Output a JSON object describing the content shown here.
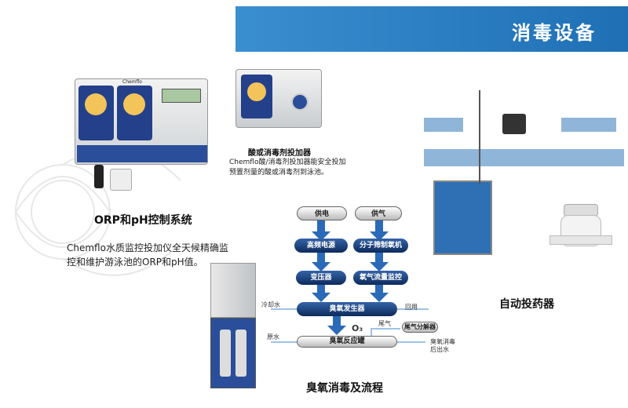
{
  "header": {
    "title": "消毒设备"
  },
  "orp": {
    "caption": "ORP和pH控制系统",
    "desc_line1": "Chemflo水质监控投加仪全天候精确监",
    "desc_line2": "控和维护游泳池的ORP和pH值。",
    "brand": "Chemflo"
  },
  "doser": {
    "caption": "酸或消毒剂投加器",
    "desc_line1": "Chemflo酸/消毒剂投加器能安全投加",
    "desc_line2": "预置剂量的酸或消毒剂到泳池。"
  },
  "feeder": {
    "caption": "自动投药器"
  },
  "ozone": {
    "caption": "臭氧消毒及流程",
    "supply_power": "供电",
    "supply_gas": "供气",
    "hf_power": "高频电源",
    "sieve": "分子筛制氧机",
    "transformer": "变压器",
    "o2_flow": "氧气流量监控",
    "generator": "臭氧发生器",
    "reactor": "臭氧反应罐",
    "cooling_water": "冷却水",
    "raw_water": "原水",
    "reuse": "回用",
    "o3": "O₃",
    "tail_gas": "尾气",
    "tail_decomposer": "尾气分解器",
    "out_line1": "臭氧消毒",
    "out_line2": "后出水"
  },
  "colors": {
    "header": "#2a7fc4",
    "flow_blue": "#0d2a5c",
    "arrow": "#2a6ab8"
  }
}
